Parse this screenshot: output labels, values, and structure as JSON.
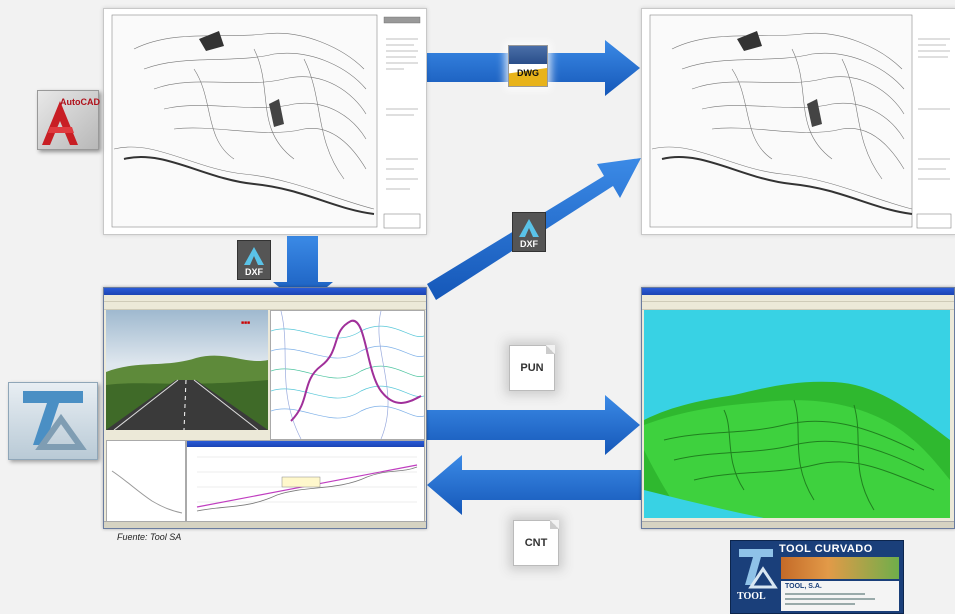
{
  "labels": {
    "dwg": "DWG",
    "dxf_top": "DXF",
    "dxf_mid": "DXF",
    "pun": "PUN",
    "cnt": "CNT",
    "autocad": "AutoCAD",
    "credit": "Fuente: Tool SA",
    "logo_title": "TOOL CURVADO",
    "logo_company": "TOOL, S.A.",
    "logo_word": "TOOL"
  },
  "colors": {
    "arrow": "#1f6fd1",
    "autocad_red": "#c81e24",
    "sky": "#38d2e4",
    "terrain": "#3ed13e",
    "tool_blue": "#4a8fc4"
  },
  "icons": [
    "autocad-icon",
    "dwg-file-icon",
    "dxf-file-icon",
    "tool-logo-icon",
    "tool-curvado-logo"
  ]
}
